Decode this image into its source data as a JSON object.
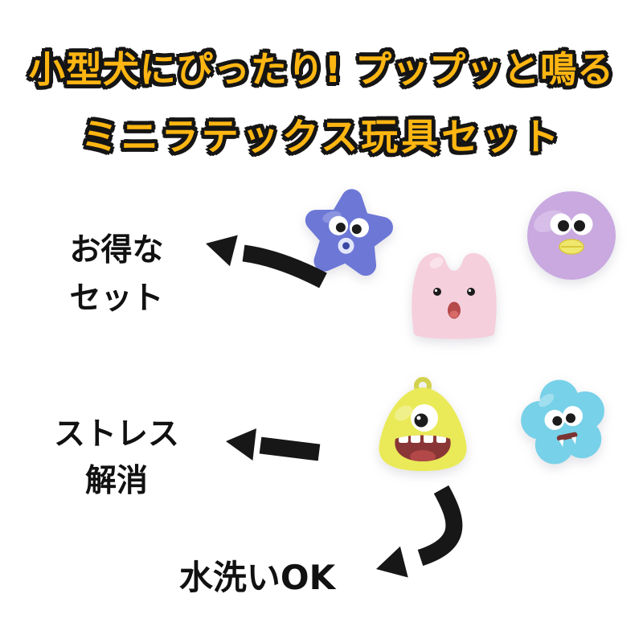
{
  "colors": {
    "headline_fill": "#ffb612",
    "headline_outline": "#151515",
    "label_text": "#111111",
    "arrow": "#171717",
    "star_body": "#6c77d6",
    "star_mouth_ring": "#e3e7fb",
    "star_mouth_center": "#3a4aa4",
    "ball_body": "#c9a9e0",
    "ball_beak": "#f0e86e",
    "bunny_body": "#f6cfdc",
    "bunny_mouth": "#b64949",
    "monster_body": "#eaea58",
    "monster_loop": "#d2d24e",
    "monster_mouth": "#8a3636",
    "flower_body": "#77d1e8",
    "flower_mouth": "#7a3434"
  },
  "headline": {
    "line1": "小型犬にぴったり! プップッと鳴る",
    "line2": "ミニラテックス玩具セット"
  },
  "callouts": {
    "value_set": {
      "line1": "お得な",
      "line2": "セット"
    },
    "stress_relief": {
      "line1": "ストレス",
      "line2": "解消"
    },
    "washable": {
      "text": "水洗いOK"
    }
  },
  "icons": {
    "toys": [
      "blue-star-toy",
      "purple-ball-toy",
      "pink-rabbit-toy",
      "yellow-monster-toy",
      "blue-flower-toy"
    ],
    "arrows": [
      "arrow-up-left",
      "arrow-left",
      "arrow-down-left"
    ]
  }
}
